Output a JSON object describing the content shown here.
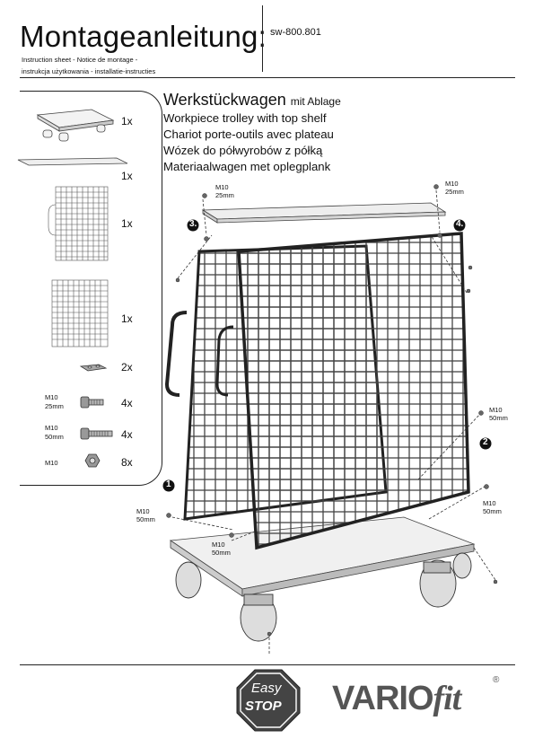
{
  "header": {
    "title": "Montageanleitung:",
    "article_number": "sw-800.801",
    "subtitle_line1": "Instruction sheet - Notice de montage  -",
    "subtitle_line2": "instrukcja użytkowania - installatie-instructies"
  },
  "product": {
    "name": "Werkstückwagen",
    "name_suffix": "mit Ablage",
    "translations": [
      "Workpiece trolley with top shelf",
      "Chariot porte-outils avec plateau",
      "Wózek do półwyrobów z półką",
      "Materiaalwagen met oplegplank"
    ]
  },
  "parts": [
    {
      "qty": "1x",
      "icon": "base-trolley-icon",
      "spec": [
        "",
        ""
      ]
    },
    {
      "qty": "1x",
      "icon": "shelf-board-icon",
      "spec": [
        "",
        ""
      ]
    },
    {
      "qty": "1x",
      "icon": "mesh-panel-with-handle-icon",
      "spec": [
        "",
        ""
      ]
    },
    {
      "qty": "1x",
      "icon": "mesh-panel-icon",
      "spec": [
        "",
        ""
      ]
    },
    {
      "qty": "2x",
      "icon": "connector-plate-icon",
      "spec": [
        "",
        ""
      ]
    },
    {
      "qty": "4x",
      "icon": "bolt-short-icon",
      "spec": [
        "M10",
        "25mm"
      ]
    },
    {
      "qty": "4x",
      "icon": "bolt-long-icon",
      "spec": [
        "M10",
        "50mm"
      ]
    },
    {
      "qty": "8x",
      "icon": "nut-icon",
      "spec": [
        "M10",
        ""
      ]
    }
  ],
  "callouts": {
    "c1": {
      "line1": "M10",
      "line2": "25mm"
    },
    "c2": {
      "line1": "M10",
      "line2": "25mm"
    },
    "c3": {
      "line1": "M10",
      "line2": "50mm"
    },
    "c4": {
      "line1": "M10",
      "line2": "50mm"
    },
    "c5": {
      "line1": "M10",
      "line2": "50mm"
    },
    "c6": {
      "line1": "M10",
      "line2": "50mm"
    }
  },
  "steps": {
    "s1": "1",
    "s2": "2",
    "s3": "3.",
    "s4": "4."
  },
  "logos": {
    "easystop_top": "Easy",
    "easystop_bottom": "STOP",
    "brand_main": "VARIO",
    "brand_script": "fit",
    "brand_mark": "®"
  },
  "colors": {
    "accent": "#555555",
    "badge": "#111111"
  }
}
